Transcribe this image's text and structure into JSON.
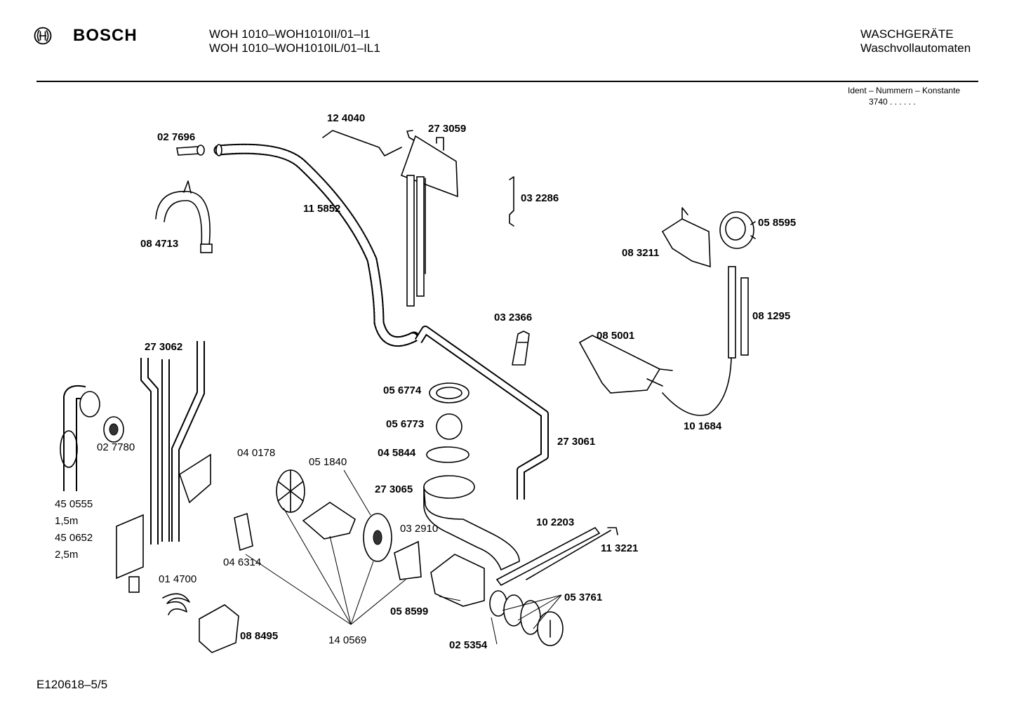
{
  "header": {
    "brand": "BOSCH",
    "model_line_1": "WOH 1010–WOH1010II/01–I1",
    "model_line_2": "WOH 1010–WOH1010IL/01–IL1",
    "category": "WASCHGERÄTE",
    "subcategory": "Waschvollautomaten",
    "ident_label": "Ident – Nummern – Konstante",
    "ident_value": "3740  .   .    .  .  .  ."
  },
  "parts": {
    "p027696": "02 7696",
    "p124040": "12 4040",
    "p273059": "27 3059",
    "p032286": "03 2286",
    "p115852": "11 5852",
    "p084713": "08 4713",
    "p058595": "05 8595",
    "p083211": "08 3211",
    "p081295": "08 1295",
    "p032366": "03 2366",
    "p085001": "08 5001",
    "p273062": "27 3062",
    "p056774": "05 6774",
    "p056773": "05 6773",
    "p101684": "10 1684",
    "p027780": "02 7780",
    "p045844": "04 5844",
    "p273061": "27 3061",
    "p040178": "04 0178",
    "p051840": "05 1840",
    "p273065": "27 3065",
    "p450555": "45 0555",
    "p450555_len": "1,5m",
    "p450652": "45 0652",
    "p450652_len": "2,5m",
    "p032910": "03 2910",
    "p102203": "10 2203",
    "p113221": "11 3221",
    "p046314": "04 6314",
    "p014700": "01 4700",
    "p053761": "05 3761",
    "p058599": "05 8599",
    "p088495": "08 8495",
    "p140569": "14 0569",
    "p025354": "02 5354"
  },
  "footer": {
    "drawing_id": "E120618–5/5"
  }
}
